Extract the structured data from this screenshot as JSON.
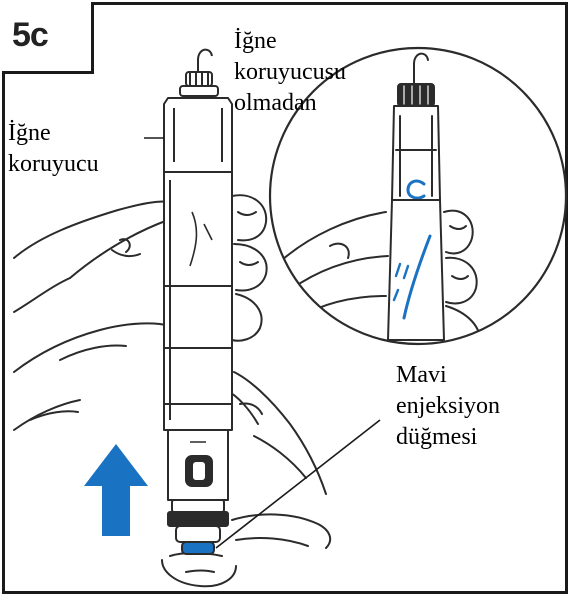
{
  "step": {
    "label": "5c"
  },
  "labels": {
    "without_guard": "İğne\nkoruyucusu\nolmadan",
    "needle_guard": "İğne\nkoruyucu",
    "blue_button": "Mavi\nenjeksiyon\ndüğmesi"
  },
  "colors": {
    "line": "#2b2b2b",
    "accent_blue": "#1a73c2",
    "border": "#1a1a1a"
  },
  "icons": {
    "arrow": "up-arrow-icon",
    "pen": "injection-pen-drawing",
    "hand": "hand-drawing",
    "inset": "magnified-inset-circle"
  }
}
